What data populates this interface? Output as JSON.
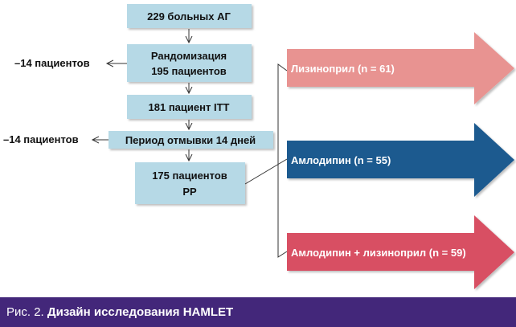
{
  "flow": {
    "box1": "229 больных АГ",
    "box2_line1": "Рандомизация",
    "box2_line2": "195 пациентов",
    "box3": "181 пациент ITT",
    "box4": "Период отмывки 14 дней",
    "box5_line1": "175 пациентов",
    "box5_line2": "PP",
    "dropout1": "–14 пациентов",
    "dropout2": "–14 пациентов"
  },
  "arms": [
    {
      "label": "Лизиноприл (n = 61)",
      "color": "#e89391"
    },
    {
      "label": "Амлодипин (n = 55)",
      "color": "#1f5a8f"
    },
    {
      "label": "Амлодипин + лизиноприл (n = 59)",
      "color": "#d84f64"
    }
  ],
  "caption": {
    "prefix": "Рис. 2. ",
    "title": "Дизайн исследования HAMLET"
  },
  "colors": {
    "box": "#b6d9e6",
    "caption_bg": "#43277a"
  }
}
